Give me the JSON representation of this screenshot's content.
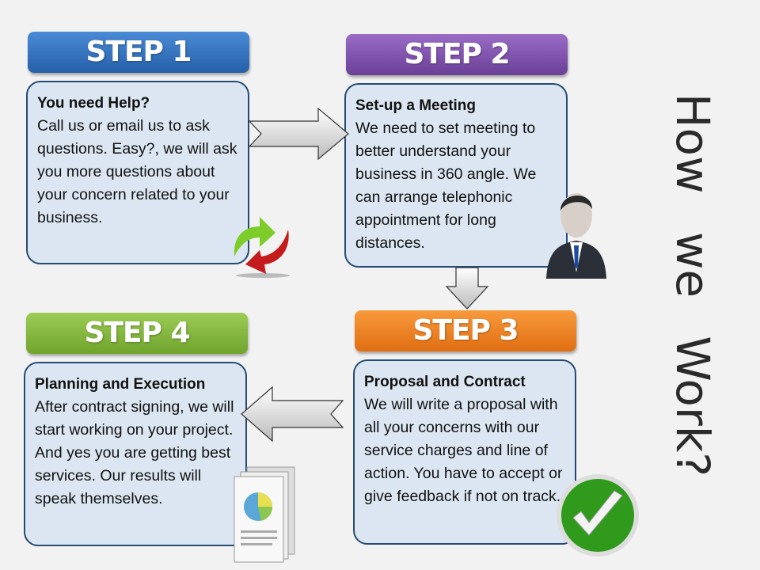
{
  "title": "How we Work?",
  "steps": [
    {
      "label": "STEP 1",
      "heading": "You need Help?",
      "text": "Call us or email us to ask questions. Easy?, we will ask you more questions about your concern related to your business.",
      "color": "#2e6db6"
    },
    {
      "label": "STEP 2",
      "heading": "Set-up a Meeting",
      "text": "We need to set meeting to better understand your business in 360 angle. We can arrange telephonic appointment for long distances.",
      "color": "#7a4fa6"
    },
    {
      "label": "STEP 3",
      "heading": "Proposal and Contract",
      "text": "We will write a proposal with all your concerns with our service charges and line of action. You have to accept or give feedback if not on track.",
      "color": "#ec7a1c"
    },
    {
      "label": "STEP 4",
      "heading": "Planning and Execution",
      "text": "After contract signing, we will start working on your project. And yes you are getting best services. Our results will speak themselves.",
      "color": "#7fb33a"
    }
  ]
}
